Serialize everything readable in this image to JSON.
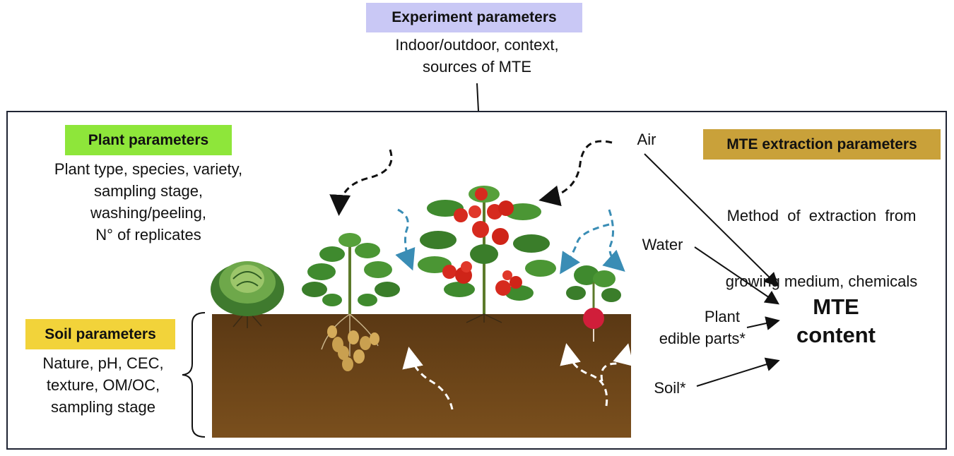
{
  "experiment": {
    "title": "Experiment parameters",
    "lines": [
      "Indoor/outdoor, context,",
      "sources of MTE"
    ],
    "color": "#c9c8f5"
  },
  "plant": {
    "title": "Plant parameters",
    "lines": [
      "Plant type, species, variety,",
      "sampling stage,",
      "washing/peeling,",
      "N° of replicates"
    ],
    "color": "#8ee63a"
  },
  "soil": {
    "title": "Soil parameters",
    "lines": [
      "Nature, pH, CEC,",
      "texture, OM/OC,",
      "sampling stage"
    ],
    "color": "#f2d33a"
  },
  "extraction": {
    "title": "MTE extraction parameters",
    "lines": [
      "Method  of  extraction  from",
      "growing medium, chemicals"
    ],
    "color": "#c9a13a"
  },
  "sources": {
    "air": "Air",
    "water": "Water",
    "plant_line1": "Plant",
    "plant_line2": "edible parts*",
    "soil": "Soil*"
  },
  "result": {
    "line1": "MTE",
    "line2": "content"
  },
  "colors": {
    "soil_brown": "#6b4418",
    "water_arrow": "#3a8db5",
    "air_arrow": "#111111",
    "soil_arrow": "#ffffff"
  }
}
